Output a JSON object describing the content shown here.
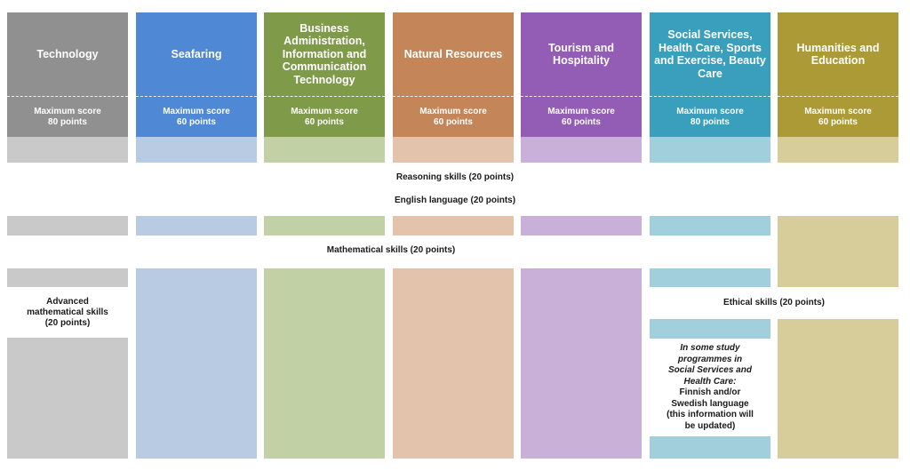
{
  "programmes": [
    {
      "name": "Technology",
      "score": "Maximum score\n80 points",
      "color": "#909090",
      "light": "#c9c9c9"
    },
    {
      "name": "Seafaring",
      "score": "Maximum score\n60 points",
      "color": "#4f88d4",
      "light": "#b9cbe3"
    },
    {
      "name": "Business Administration, Information and Communication Technology",
      "score": "Maximum score\n60 points",
      "color": "#7f9a49",
      "light": "#c2d0a6"
    },
    {
      "name": "Natural Resources",
      "score": "Maximum score\n60 points",
      "color": "#c48558",
      "light": "#e3c3ac"
    },
    {
      "name": "Tourism and Hospitality",
      "score": "Maximum score\n60 points",
      "color": "#935db6",
      "light": "#c9b0d9"
    },
    {
      "name": "Social Services, Health Care, Sports and Exercise, Beauty Care",
      "score": "Maximum score\n80 points",
      "color": "#3a9fbd",
      "light": "#a1d0dc"
    },
    {
      "name": "Humanities and Education",
      "score": "Maximum score\n60 points",
      "color": "#ac9a36",
      "light": "#d6cd9b"
    }
  ],
  "labels": {
    "reasoning": "Reasoning skills  (20 points)",
    "english": "English language (20 points)",
    "mathematical": "Mathematical skills (20 points)",
    "advanced_math": "Advanced\nmathematical skills\n(20 points)",
    "ethical": "Ethical skills  (20 points)"
  },
  "note": {
    "italic": "In some study\nprogrammes in\nSocial Services and\nHealth Care:",
    "plain": "Finnish and/or\nSwedish language\n(this information will\nbe updated)"
  }
}
